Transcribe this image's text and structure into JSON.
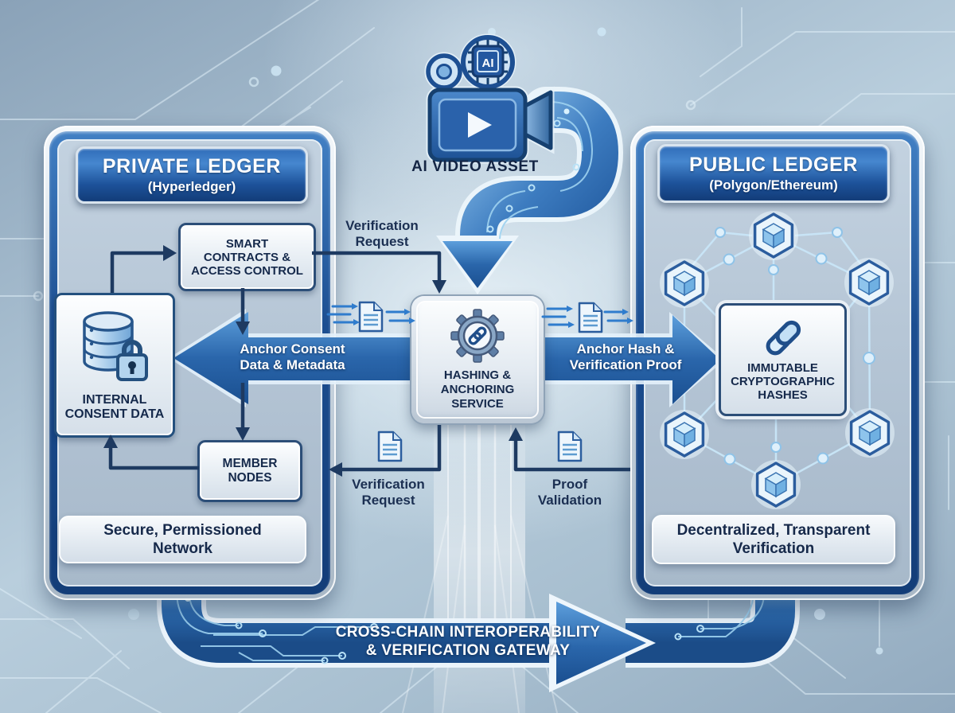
{
  "diagram": {
    "asset": {
      "label": "AI VIDEO ASSET",
      "chip_label": "AI"
    },
    "private_ledger": {
      "title": "PRIVATE LEDGER",
      "subtitle": "(Hyperledger)",
      "smart_contracts": "SMART CONTRACTS & ACCESS CONTROL",
      "internal_consent": "INTERNAL CONSENT DATA",
      "member_nodes": "MEMBER NODES",
      "footer": "Secure, Permissioned Network"
    },
    "hashing_service": {
      "label": "HASHING & ANCHORING SERVICE"
    },
    "public_ledger": {
      "title": "PUBLIC LEDGER",
      "subtitle": "(Polygon/Ethereum)",
      "center": "IMMUTABLE CRYPTOGRAPHIC HASHES",
      "footer": "Decentralized, Transparent Verification"
    },
    "flows": {
      "verification_request_top": "Verification Request",
      "anchor_consent": "Anchor Consent Data & Metadata",
      "anchor_hash": "Anchor Hash & Verification Proof",
      "verification_request_bottom": "Verification Request",
      "proof_validation": "Proof Validation",
      "gateway": "CROSS-CHAIN INTEROPERABILITY & VERIFICATION GATEWAY"
    },
    "icons": [
      "ai-video-camera-icon",
      "ai-chip-icon",
      "film-reel-icon",
      "database-lock-icon",
      "gear-link-icon",
      "chain-link-icon",
      "blockchain-cube-icon",
      "document-icon",
      "speed-lines-icon"
    ],
    "colors": {
      "background_start": "#8aa2b8",
      "background_mid": "#b9cedd",
      "background_end": "#92aabf",
      "banner_top": "#4687cf",
      "banner_bottom": "#123c78",
      "arrow_light": "#5d9fdc",
      "arrow_dark": "#1a4f90",
      "tube_light": "#8fc3ec",
      "tube_dark": "#1c5394",
      "line_dark": "#1e3a61",
      "text_dark": "#16294a",
      "text_light": "#ffffff",
      "panel_fill": "#b7c7d6",
      "node_fill": "#eef3f8",
      "cube_blue": "#7ab8e8",
      "trace": "#d9ebf4"
    }
  }
}
